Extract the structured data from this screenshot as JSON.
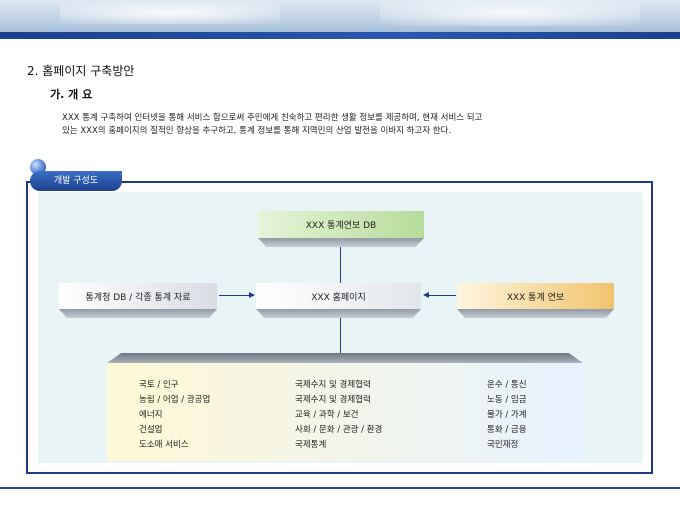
{
  "page": {
    "section_title": "2. 홈페이지 구축방안",
    "sub_title": "가. 개 요",
    "body_lines": [
      "XXX 통계 구축하여 인터넷을 통해 서비스 함으로써 주민에게 친숙하고 편리한 생활 정보를 제공하며, 현재 서비스 되고",
      "있는 XXX의 홈페이지의 질적인 향상을 추구하고, 통계 정보를 통해 지역민의 산업 발전을 이바지 하고자 한다."
    ]
  },
  "diagram": {
    "tab_label": "개발 구성도",
    "db_box": "XXX 통계연보 DB",
    "left_box": "통계청 DB / 각종 통계 자료",
    "center_box": "XXX 홈페이지",
    "right_box": "XXX 통계 연보",
    "columns": [
      [
        "국토 / 인구",
        "농림 / 어업 / 광공업",
        "에너지",
        "건설업",
        "도소매 서비스"
      ],
      [
        "국제수지 및 경제협력",
        "국제수지 및 경제협력",
        "교육 / 과학 / 보건",
        "사회 / 문화 / 관광 / 환경",
        "국제통계"
      ],
      [
        "운수 / 통신",
        "노동 / 임금",
        "물가 / 가계",
        "통화 / 금융",
        "국민재정"
      ]
    ]
  },
  "colors": {
    "accent": "#1f3a8a",
    "db_box_green": "#b6dc9a",
    "right_box_orange": "#f2c36d",
    "diagram_background": "#e9f4f7"
  }
}
